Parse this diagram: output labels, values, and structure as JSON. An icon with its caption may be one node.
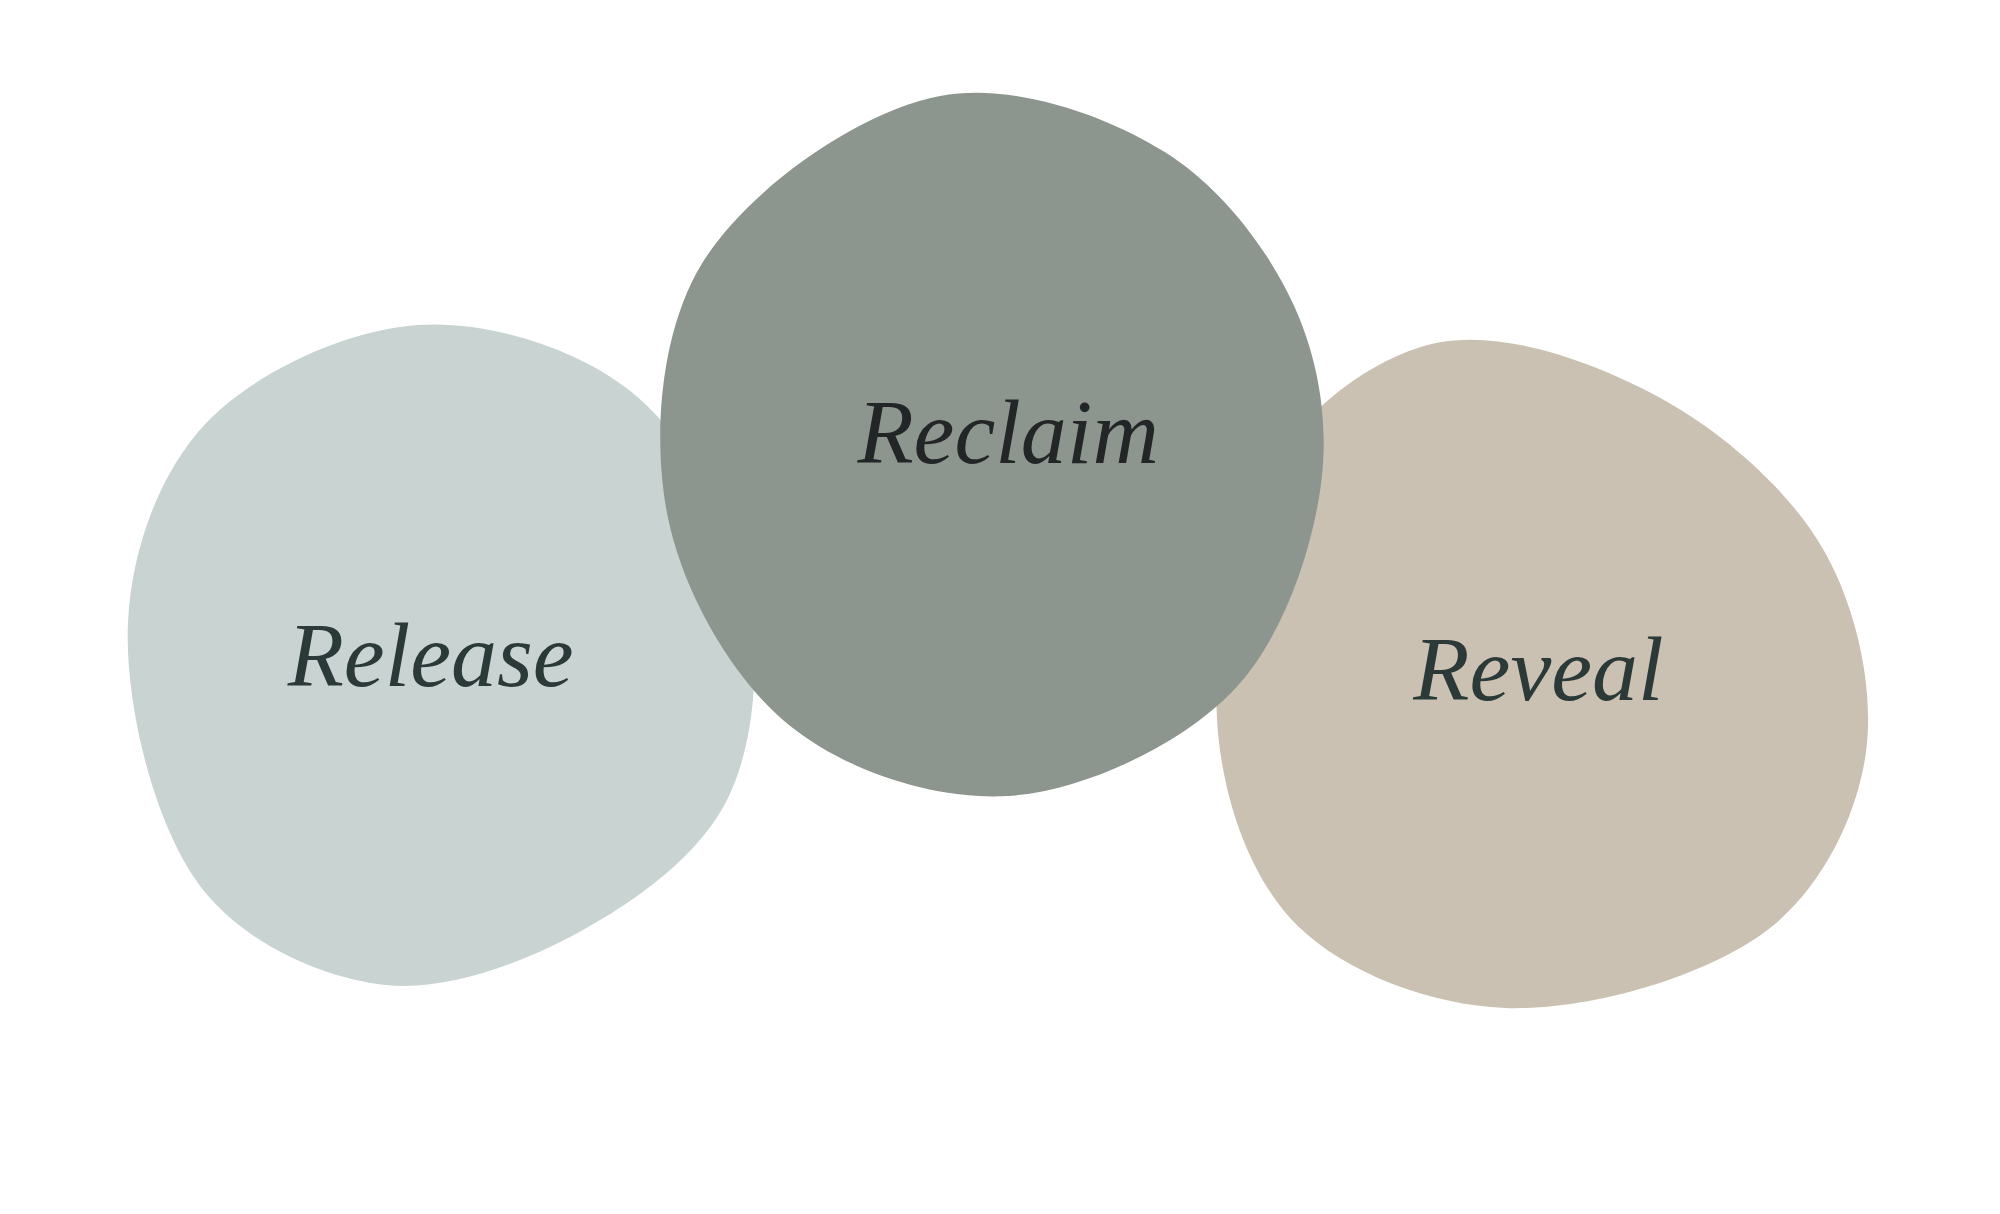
{
  "diagram": {
    "nodes": [
      {
        "text": [
          "Release"
        ]
      },
      {
        "text": [
          "Reclaim"
        ]
      },
      {
        "text": [
          "Reveal"
        ]
      }
    ]
  }
}
